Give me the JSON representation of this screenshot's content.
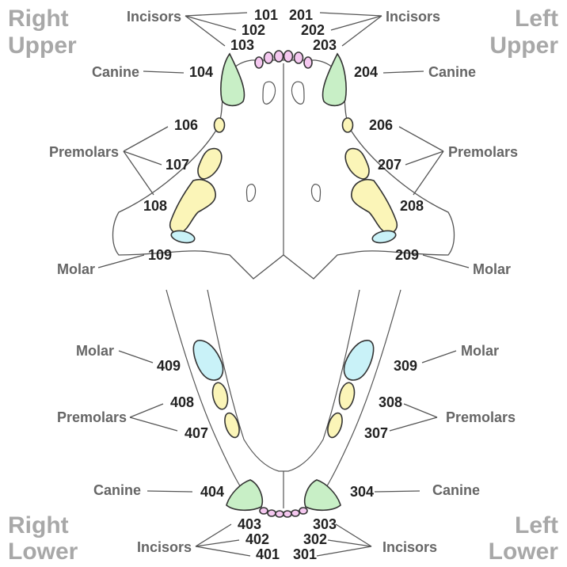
{
  "quadrants": {
    "right_upper": [
      "Right",
      "Upper"
    ],
    "left_upper": [
      "Left",
      "Upper"
    ],
    "right_lower": [
      "Right",
      "Lower"
    ],
    "left_lower": [
      "Left",
      "Lower"
    ]
  },
  "labels": {
    "incisors": "Incisors",
    "canine": "Canine",
    "premolars": "Premolars",
    "molar": "Molar"
  },
  "teeth": {
    "t101": "101",
    "t102": "102",
    "t103": "103",
    "t104": "104",
    "t106": "106",
    "t107": "107",
    "t108": "108",
    "t109": "109",
    "t201": "201",
    "t202": "202",
    "t203": "203",
    "t204": "204",
    "t206": "206",
    "t207": "207",
    "t208": "208",
    "t209": "209",
    "t301": "301",
    "t302": "302",
    "t303": "303",
    "t304": "304",
    "t307": "307",
    "t308": "308",
    "t309": "309",
    "t401": "401",
    "t402": "402",
    "t403": "403",
    "t404": "404",
    "t407": "407",
    "t408": "408",
    "t409": "409"
  },
  "colors": {
    "incisor": "#f5c8f0",
    "canine": "#c8efc6",
    "premolar": "#fbf5b8",
    "molar": "#c9f2f8",
    "quadrant_text": "#a8a8a8",
    "label_text": "#666666",
    "number_text": "#222222"
  }
}
